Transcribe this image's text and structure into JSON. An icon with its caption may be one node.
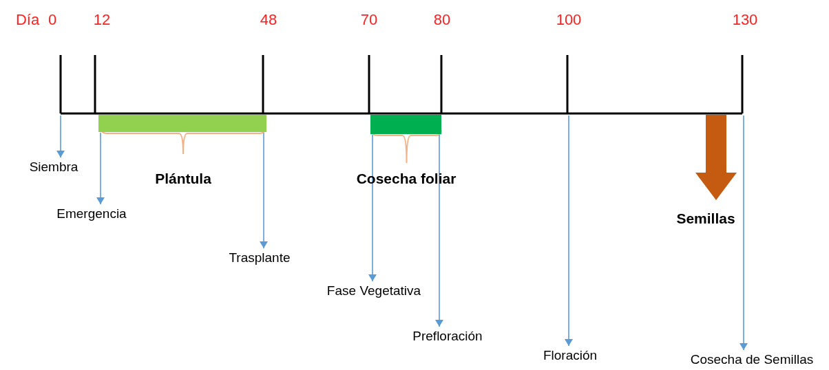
{
  "diagram": {
    "nodes": [
      {
        "text": [
          "Siembra"
        ]
      },
      {
        "text": [
          "Emergencia"
        ]
      },
      {
        "text": [
          "Trasplante"
        ]
      },
      {
        "text": [
          "Fase Vegetativa"
        ]
      },
      {
        "text": [
          "Prefloración"
        ]
      },
      {
        "text": [
          "Floración"
        ]
      },
      {
        "text": [
          "Semillas"
        ]
      },
      {
        "text": [
          "Cosecha de Semillas"
        ]
      },
      {
        "text": [],
        "shape": "bar",
        "beside": [
          "Plántula"
        ]
      },
      {
        "text": [],
        "shape": "bar",
        "beside": [
          "Cosecha foliar"
        ]
      }
    ],
    "edges": [
      {
        "from": null,
        "to": 0,
        "arrow": "to"
      },
      {
        "from": 8,
        "to": 1,
        "arrow": "to"
      },
      {
        "from": 8,
        "to": 2,
        "arrow": "to"
      },
      {
        "from": 9,
        "to": 3,
        "arrow": "to"
      },
      {
        "from": 9,
        "to": 4,
        "arrow": "to"
      },
      {
        "from": null,
        "to": 5,
        "arrow": "to"
      },
      {
        "from": null,
        "to": 6,
        "arrow": "to",
        "style": "thick",
        "color": "#c55a11"
      },
      {
        "from": null,
        "to": 7,
        "arrow": "to"
      }
    ],
    "labels": [
      "Día",
      "0",
      "12",
      "48",
      "70",
      "80",
      "100",
      "130"
    ]
  }
}
